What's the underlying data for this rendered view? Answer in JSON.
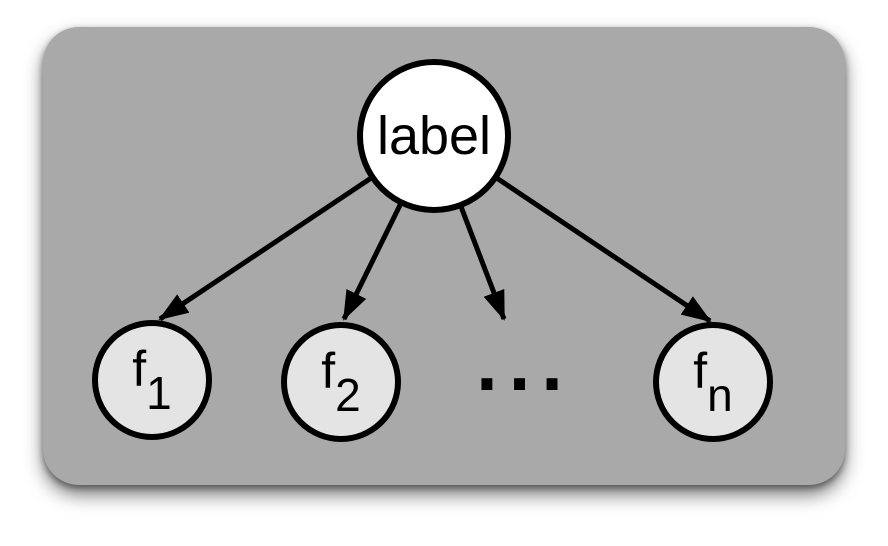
{
  "diagram": {
    "root_node": {
      "label": "label"
    },
    "feature_nodes": [
      {
        "base": "f",
        "sub": "1"
      },
      {
        "base": "f",
        "sub": "2"
      },
      {
        "base": "f",
        "sub": "n"
      }
    ],
    "ellipsis": "...",
    "colors": {
      "page_bg": "#ffffff",
      "panel_bg": "#a9a9a9",
      "root_node_fill": "#ffffff",
      "feature_node_fill": "#e4e4e4",
      "line": "#000000",
      "text": "#000000"
    }
  }
}
